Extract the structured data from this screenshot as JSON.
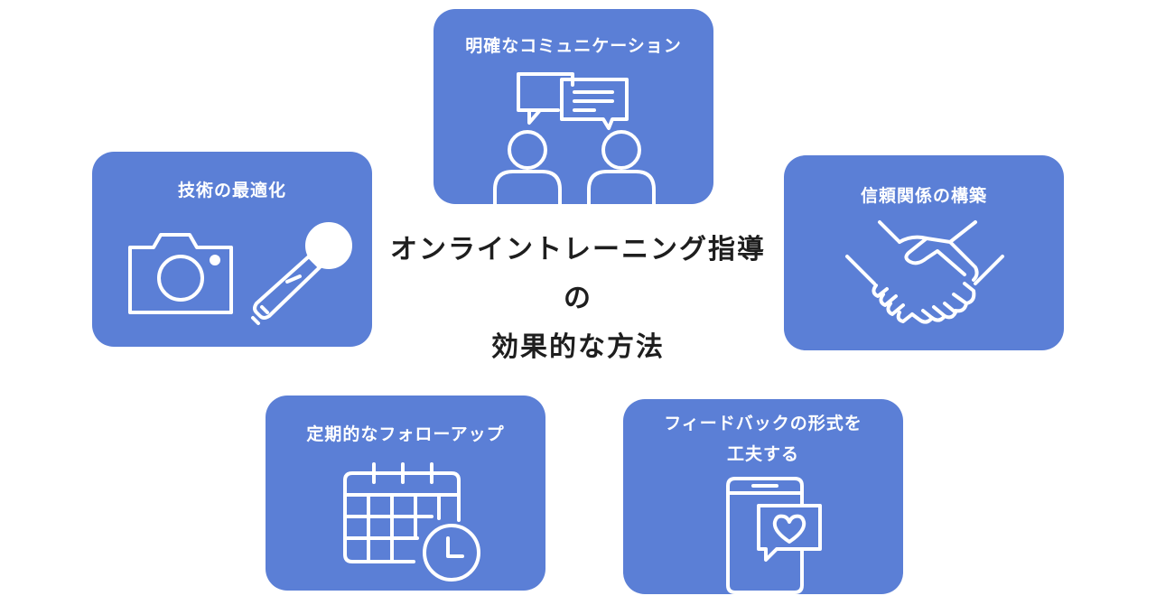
{
  "center": {
    "line1": "オンライントレーニング指導",
    "line2": "の",
    "line3": "効果的な方法"
  },
  "cards": {
    "communication": {
      "title": "明確なコミュニケーション",
      "icon": "conversation-icon"
    },
    "technology": {
      "title": "技術の最適化",
      "icons": [
        "camera-icon",
        "microphone-icon"
      ]
    },
    "trust": {
      "title": "信頼関係の構築",
      "icon": "handshake-icon"
    },
    "followup": {
      "title": "定期的なフォローアップ",
      "icon": "calendar-clock-icon"
    },
    "feedback": {
      "title_line1": "フィードバックの形式を",
      "title_line2": "工夫する",
      "icon": "smartphone-heart-icon"
    }
  },
  "colors": {
    "card": "#5b7fd6",
    "text": "#1e1e1e",
    "icon": "#ffffff"
  }
}
